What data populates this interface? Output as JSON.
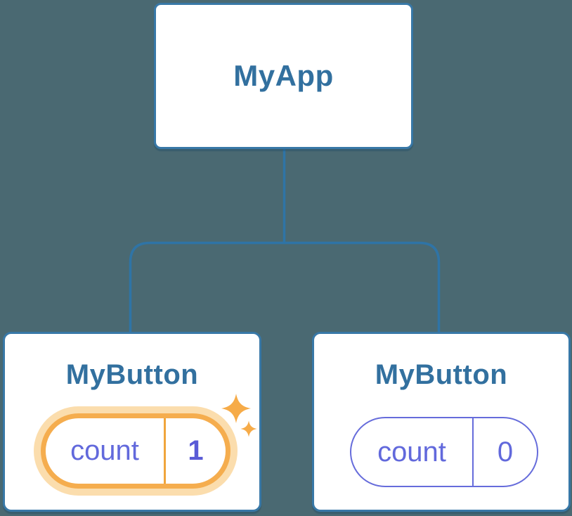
{
  "diagram": {
    "title": "react-component-tree-with-state",
    "root": {
      "label": "MyApp"
    },
    "children": [
      {
        "label": "MyButton",
        "state": {
          "key": "count",
          "value": "1"
        },
        "highlighted": true,
        "badge": "sparkles-icon"
      },
      {
        "label": "MyButton",
        "state": {
          "key": "count",
          "value": "0"
        },
        "highlighted": false
      }
    ],
    "colors": {
      "background": "#4A6972",
      "card_fill": "#FFFFFF",
      "card_border": "#3878A7",
      "connector": "#2F74A6",
      "node_text": "#32709F",
      "state_purple": "#6269DC",
      "state_border_purple": "#666CDB",
      "highlight_orange": "#F5AD4E",
      "highlight_glow": "#FBDDAD",
      "sparkle_orange": "#F6AB48"
    }
  }
}
